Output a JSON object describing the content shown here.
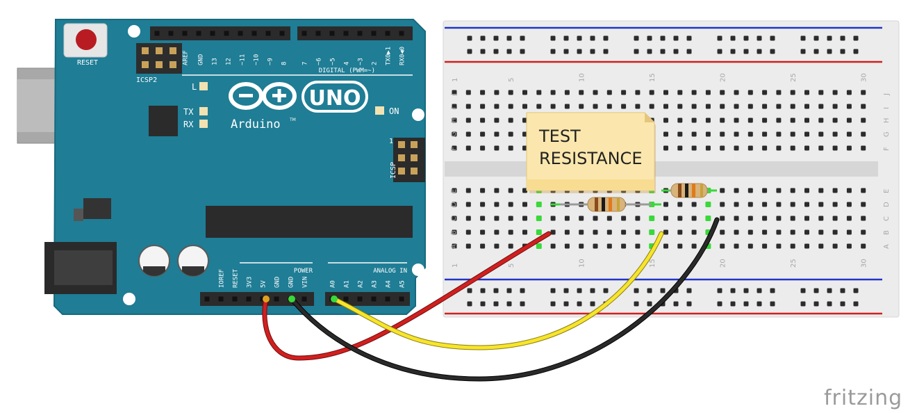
{
  "arduino": {
    "reset_label": "RESET",
    "icsp2_label": "ICSP2",
    "icsp_label": "ICSP",
    "icsp_pin1": "1",
    "brand_uno": "UNO",
    "brand_name": "Arduino",
    "brand_tm": "TM",
    "led_l": "L",
    "led_tx": "TX",
    "led_rx": "RX",
    "led_on": "ON",
    "digital_header": "DIGITAL (PWM=~)",
    "digital_pins": [
      "AREF",
      "GND",
      "13",
      "12",
      "~11",
      "~10",
      "~9",
      "8",
      "7",
      "~6",
      "~5",
      "4",
      "~3",
      "2",
      "TX0▶1",
      "RX0◀0"
    ],
    "power_header": "POWER",
    "power_pins": [
      "IOREF",
      "RESET",
      "3V3",
      "5V",
      "GND",
      "GND",
      "VIN"
    ],
    "analog_header": "ANALOG IN",
    "analog_pins": [
      "A0",
      "A1",
      "A2",
      "A3",
      "A4",
      "A5"
    ]
  },
  "breadboard": {
    "row_letters_top": [
      "J",
      "I",
      "H",
      "G",
      "F"
    ],
    "row_letters_bottom": [
      "E",
      "D",
      "C",
      "B",
      "A"
    ],
    "column_numbers": [
      "1",
      "5",
      "10",
      "15",
      "20",
      "25",
      "30"
    ]
  },
  "note": {
    "line1": "TEST",
    "line2": "RESISTANCE"
  },
  "wires": [
    {
      "from": "5V",
      "to": "breadboard column 7",
      "color": "#d11f1f"
    },
    {
      "from": "A0",
      "to": "breadboard column 15",
      "color": "#f7e52b"
    },
    {
      "from": "GND",
      "to": "breadboard column 19",
      "color": "#1a1a1a"
    }
  ],
  "colors": {
    "board": "#1f7d95",
    "board_edge": "#17697e",
    "breadboard": "#ececec",
    "rail_red": "#d11f1f",
    "rail_blue": "#1f35c8",
    "note": "#fbe7ad"
  },
  "logo": "fritzing"
}
